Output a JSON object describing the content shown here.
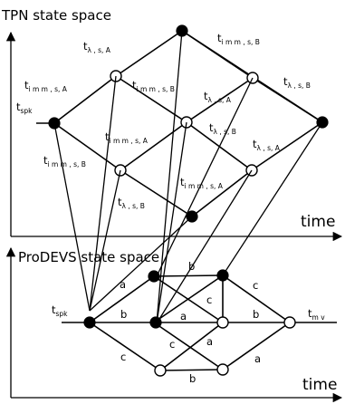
{
  "tpn": {
    "title": "TPN state space",
    "time_label": "time",
    "labels": {
      "t_spk": {
        "base": "t",
        "sub": "spk"
      },
      "l_top": {
        "base": "t",
        "sub": "λ , s, A"
      },
      "l_imm_b_top": {
        "base": "t",
        "sub": "i m m , s, B"
      },
      "l_imm_a_left": {
        "base": "t",
        "sub": "i m m , s, A"
      },
      "l_imm_b_mid": {
        "base": "t",
        "sub": "i m m , s, B"
      },
      "l_lam_a_mid": {
        "base": "t",
        "sub": "λ , s, A"
      },
      "l_lam_b_right": {
        "base": "t",
        "sub": "λ , s, B"
      },
      "l_lam_b_mid": {
        "base": "t",
        "sub": "λ , s, B"
      },
      "l_imm_a_mid": {
        "base": "t",
        "sub": "i m m , s, A"
      },
      "l_lam_a_right": {
        "base": "t",
        "sub": "λ , s, A"
      },
      "l_imm_b_left": {
        "base": "t",
        "sub": "i m m , s, B"
      },
      "l_lam_b_low": {
        "base": "t",
        "sub": "λ , s, B"
      },
      "l_imm_a_low": {
        "base": "t",
        "sub": "i m m , s, A"
      }
    }
  },
  "prodevs": {
    "title": "ProDEVS state space",
    "time_label": "time",
    "labels": {
      "t_spk": {
        "base": "t",
        "sub": "spk"
      },
      "t_mv": {
        "base": "t",
        "sub": "m v"
      },
      "a_left": "a",
      "b_left": "b",
      "c_left": "c",
      "b_top": "b",
      "c_top": "c",
      "a_mid": "a",
      "c_mid": "c",
      "c_upper_mid": "c",
      "a_lower": "a",
      "b_right": "b",
      "b_bottom": "b",
      "a_bottom_right": "a"
    }
  }
}
